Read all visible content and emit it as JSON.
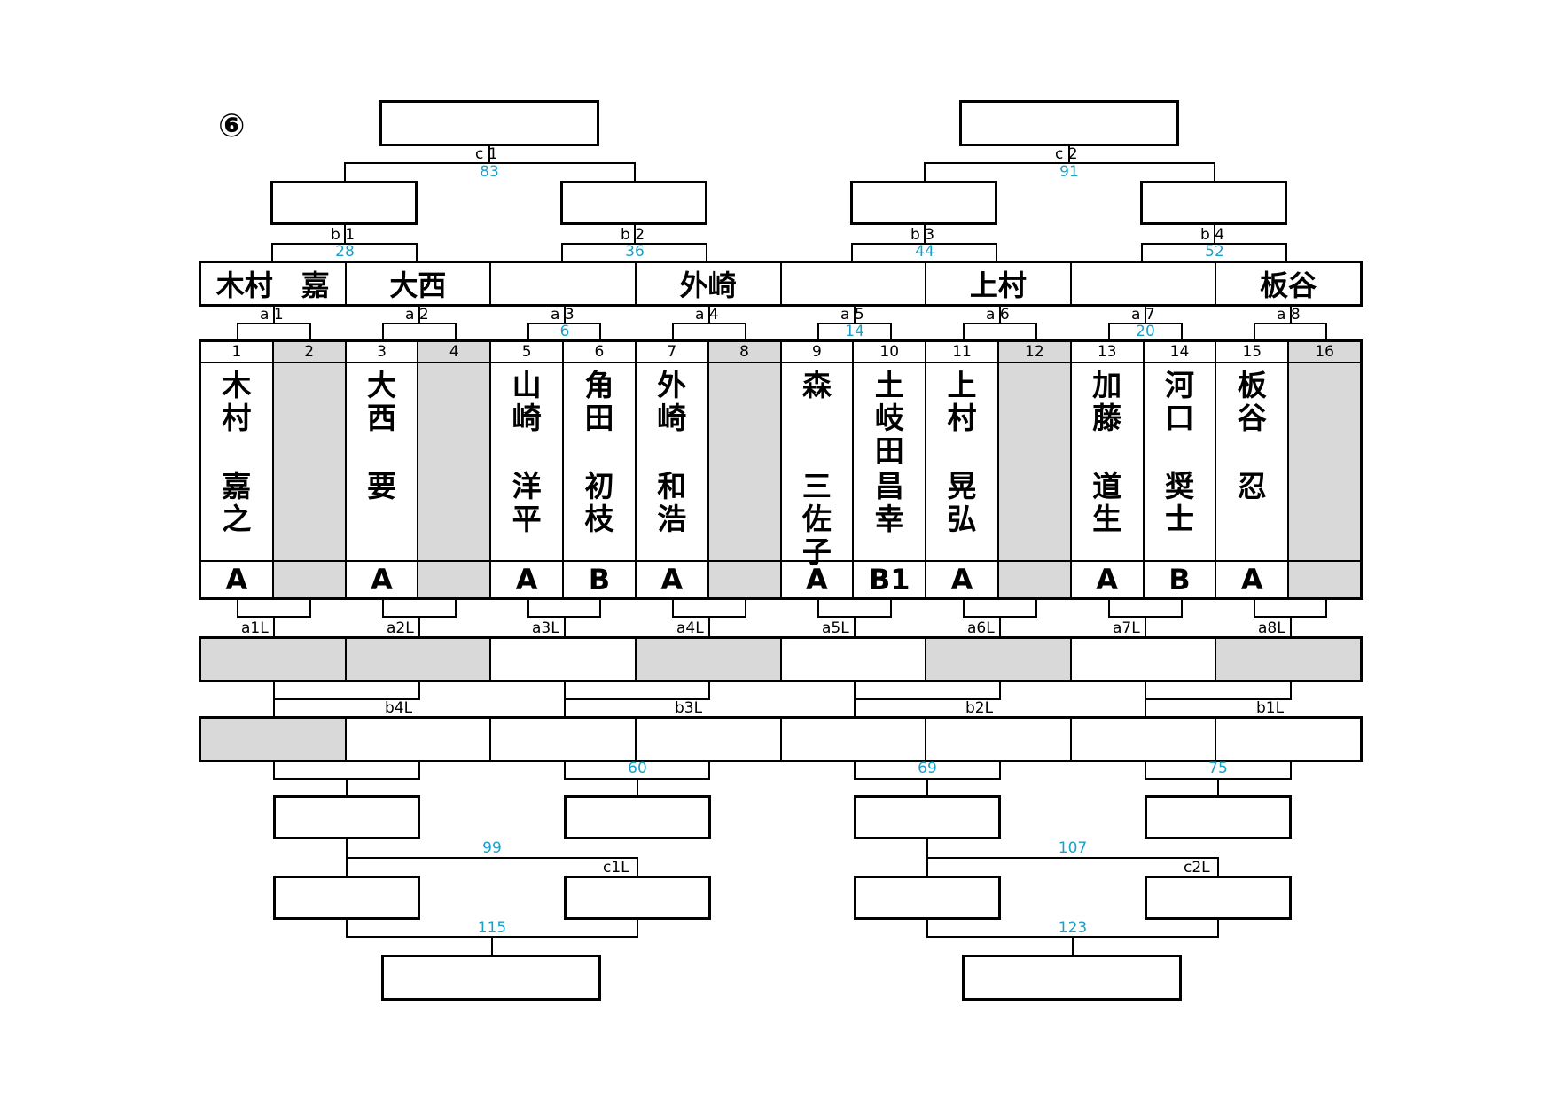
{
  "sheet_mark": "⑥",
  "team_row": [
    "木村　嘉",
    "大西",
    "",
    "外崎",
    "",
    "上村",
    "",
    "板谷"
  ],
  "players": [
    {
      "num": "1",
      "family": "木村",
      "given": "嘉之",
      "grade": "A",
      "bye": false
    },
    {
      "num": "2",
      "family": "",
      "given": "",
      "grade": "",
      "bye": true
    },
    {
      "num": "3",
      "family": "大西",
      "given": "要",
      "grade": "A",
      "bye": false
    },
    {
      "num": "4",
      "family": "",
      "given": "",
      "grade": "",
      "bye": true
    },
    {
      "num": "5",
      "family": "山崎",
      "given": "洋平",
      "grade": "A",
      "bye": false
    },
    {
      "num": "6",
      "family": "角田",
      "given": "初枝",
      "grade": "B",
      "bye": false
    },
    {
      "num": "7",
      "family": "外崎",
      "given": "和浩",
      "grade": "A",
      "bye": false
    },
    {
      "num": "8",
      "family": "",
      "given": "",
      "grade": "",
      "bye": true
    },
    {
      "num": "9",
      "family": "森",
      "given": "三佐子",
      "grade": "A",
      "bye": false
    },
    {
      "num": "10",
      "family": "土岐田",
      "given": "昌幸",
      "grade": "B1",
      "bye": false
    },
    {
      "num": "11",
      "family": "上村",
      "given": "晃弘",
      "grade": "A",
      "bye": false
    },
    {
      "num": "12",
      "family": "",
      "given": "",
      "grade": "",
      "bye": true
    },
    {
      "num": "13",
      "family": "加藤",
      "given": "道生",
      "grade": "A",
      "bye": false
    },
    {
      "num": "14",
      "family": "河口",
      "given": "奨士",
      "grade": "B",
      "bye": false
    },
    {
      "num": "15",
      "family": "板谷",
      "given": "忍",
      "grade": "A",
      "bye": false
    },
    {
      "num": "16",
      "family": "",
      "given": "",
      "grade": "",
      "bye": true
    }
  ],
  "a_matches": [
    {
      "label": "a 1",
      "num": ""
    },
    {
      "label": "a 2",
      "num": ""
    },
    {
      "label": "a 3",
      "num": "6"
    },
    {
      "label": "a 4",
      "num": ""
    },
    {
      "label": "a 5",
      "num": "14"
    },
    {
      "label": "a 6",
      "num": ""
    },
    {
      "label": "a 7",
      "num": "20"
    },
    {
      "label": "a 8",
      "num": ""
    }
  ],
  "b_matches": [
    {
      "label": "b 1",
      "num": "28"
    },
    {
      "label": "b 2",
      "num": "36"
    },
    {
      "label": "b 3",
      "num": "44"
    },
    {
      "label": "b 4",
      "num": "52"
    }
  ],
  "c_matches": [
    {
      "label": "c 1",
      "num": "83"
    },
    {
      "label": "c 2",
      "num": "91"
    }
  ],
  "a_loser_labels": [
    "a1L",
    "a2L",
    "a3L",
    "a4L",
    "a5L",
    "a6L",
    "a7L",
    "a8L"
  ],
  "a_loser_gray": [
    true,
    true,
    false,
    true,
    false,
    true,
    false,
    true
  ],
  "b_loser_labels": [
    "b4L",
    "b3L",
    "b2L",
    "b1L"
  ],
  "b_loser_gray": [
    true,
    false,
    false,
    false,
    false,
    false,
    false,
    false
  ],
  "lower_nums": [
    "60",
    "69",
    "75"
  ],
  "c_loser": [
    {
      "num": "99",
      "label": "c1L"
    },
    {
      "num": "107",
      "label": "c2L"
    }
  ],
  "final_nums": [
    "115",
    "123"
  ]
}
